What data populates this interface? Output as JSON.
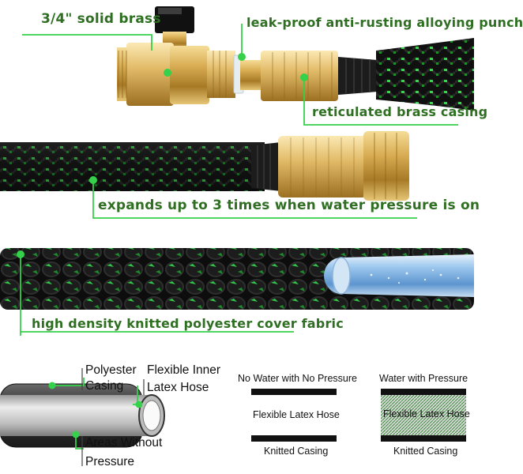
{
  "features": {
    "brass": "3/4\" solid brass",
    "punch": "leak-proof anti-rusting alloying punch",
    "casing": "reticulated brass casing",
    "expands": "expands up to 3 times when water pressure is on",
    "fabric": "high density knitted polyester cover fabric"
  },
  "diagram": {
    "polyester_1": "Polyester",
    "polyester_2": "Casing",
    "latex_1": "Flexible Inner",
    "latex_2": "Latex Hose",
    "areas_1": "Areas Without",
    "areas_2": "Pressure"
  },
  "comparison": {
    "no_water": {
      "heading": "No Water with No Pressure",
      "middle": "Flexible Latex Hose",
      "bottom": "Knitted Casing"
    },
    "water": {
      "heading": "Water with Pressure",
      "middle": "Flexible Latex Hose",
      "bottom": "Knitted Casing"
    }
  },
  "colors": {
    "label_green": "#2f6f22",
    "accent_green": "#35d14a",
    "brass": "#d4a849",
    "hose_black": "#141414"
  }
}
